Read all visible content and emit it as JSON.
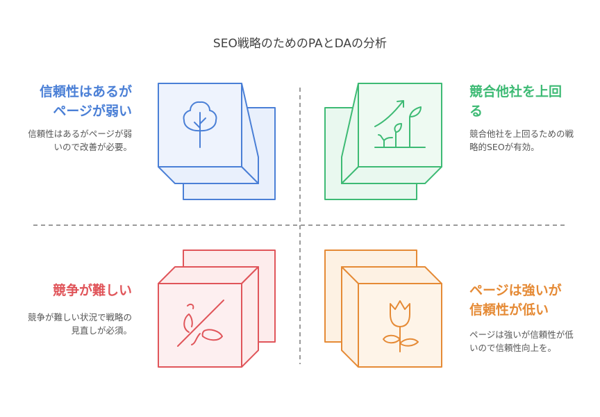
{
  "title": "SEO戦略のためのPAとDAの分析",
  "quadrants": {
    "top_left": {
      "title": "信頼性はあるがページが弱い",
      "description": "信頼性はあるがページが弱いので改善が必要。",
      "icon": "tree-icon",
      "color": "#4a7fd6"
    },
    "top_right": {
      "title": "競合他社を上回る",
      "description": "競合他社を上回るための戦略的SEOが有効。",
      "icon": "growth-sprouts-icon",
      "color": "#3dba74"
    },
    "bottom_left": {
      "title": "競争が難しい",
      "description": "競争が難しい状況で戦略の見直しが必須。",
      "icon": "wilted-flower-icon",
      "color": "#e0555a"
    },
    "bottom_right": {
      "title": "ページは強いが信頼性が低い",
      "description": "ページは強いが信頼性が低いので信頼性向上を。",
      "icon": "tulip-icon",
      "color": "#e58a35"
    }
  }
}
